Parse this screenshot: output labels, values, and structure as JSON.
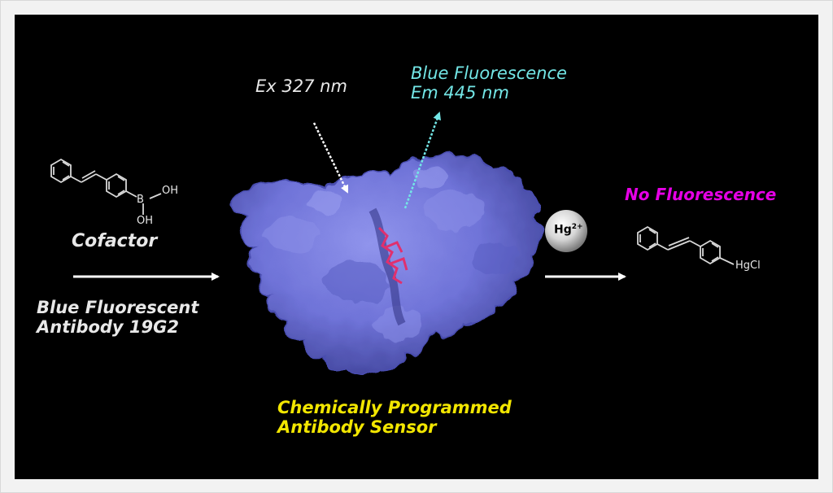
{
  "labels": {
    "excitation": "Ex 327 nm",
    "emission_line1": "Blue Fluorescence",
    "emission_line2": "Em 445 nm",
    "cofactor": "Cofactor",
    "antibody_line1": "Blue Fluorescent",
    "antibody_line2": "Antibody 19G2",
    "sensor_line1": "Chemically Programmed",
    "sensor_line2": "Antibody Sensor",
    "no_fluorescence": "No Fluorescence"
  },
  "molecules": {
    "boronic_oh_top": "OH",
    "boronic_oh_bottom": "OH",
    "boron": "B",
    "mercury_chloride": "HgCl"
  },
  "ion": {
    "symbol": "Hg",
    "charge": "2+"
  },
  "colors": {
    "background": "#000000",
    "frame": "#f2f2f2",
    "protein": "#6f73d8",
    "emission_cyan": "#73e6e6",
    "sensor_yellow": "#f2e600",
    "no_fluorescence_magenta": "#e600e6",
    "cofactor_ligand": "#e0306e",
    "text_white": "#e8e8e8"
  }
}
